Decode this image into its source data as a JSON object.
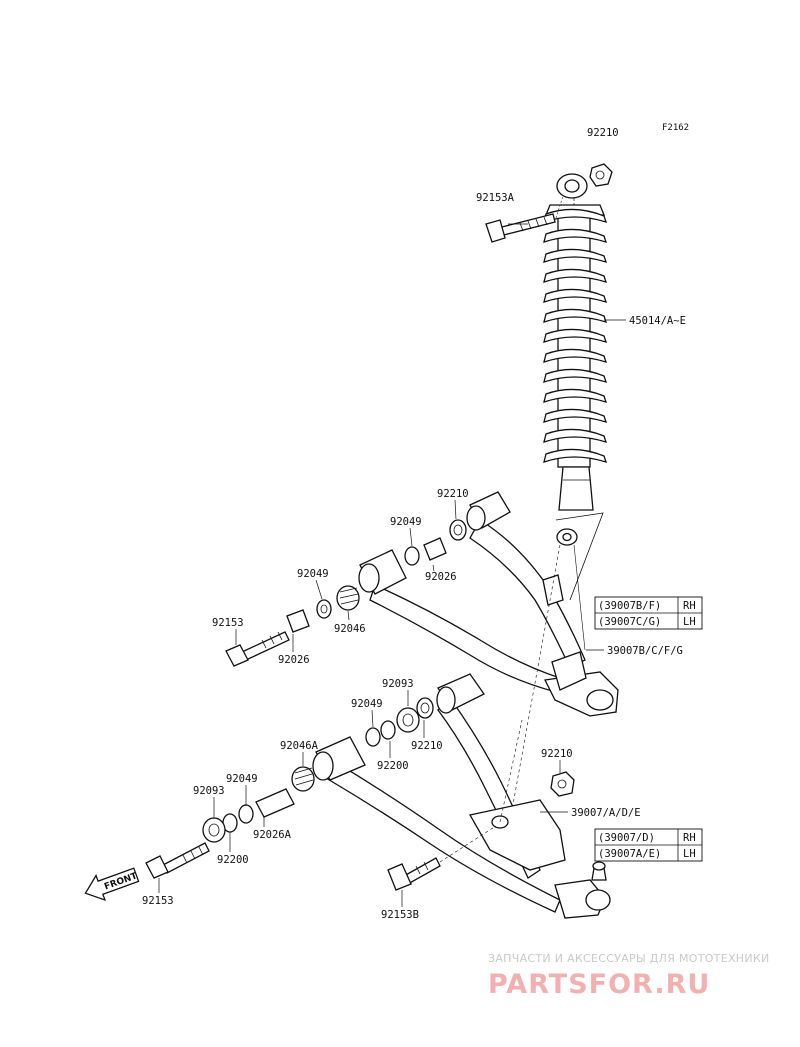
{
  "figure_code": "F2162",
  "labels": {
    "p92210_top": "92210",
    "p92153A": "92153A",
    "p45014": "45014/A~E",
    "p92210_upper": "92210",
    "p92049_upper1": "92049",
    "p92026_upper1": "92026",
    "p92049_upper2": "92049",
    "p92046": "92046",
    "p92153": "92153",
    "p92026_upper2": "92026",
    "p39007BCFG": "39007B/C/F/G",
    "p92093_lower1": "92093",
    "p92049_lower1": "92049",
    "p92210_lower1": "92210",
    "p92046A": "92046A",
    "p92200_lower1": "92200",
    "p92049_lower2": "92049",
    "p92210_lower2": "92210",
    "p92093_lower2": "92093",
    "p39007ADE": "39007/A/D/E",
    "p92026A": "92026A",
    "p92200_lower2": "92200",
    "p92153_lower": "92153",
    "p92153B": "92153B"
  },
  "upper_table": {
    "rows": [
      {
        "part": "(39007B/F)",
        "side": "RH"
      },
      {
        "part": "(39007C/G)",
        "side": "LH"
      }
    ]
  },
  "lower_table": {
    "rows": [
      {
        "part": "(39007/D)",
        "side": "RH"
      },
      {
        "part": "(39007A/E)",
        "side": "LH"
      }
    ]
  },
  "front_arrow": "FRONT",
  "watermark": {
    "tagline": "ЗАПЧАСТИ И АКСЕССУАРЫ ДЛЯ МОТОТЕХНИКИ",
    "logo": "PARTSFOR.RU"
  }
}
